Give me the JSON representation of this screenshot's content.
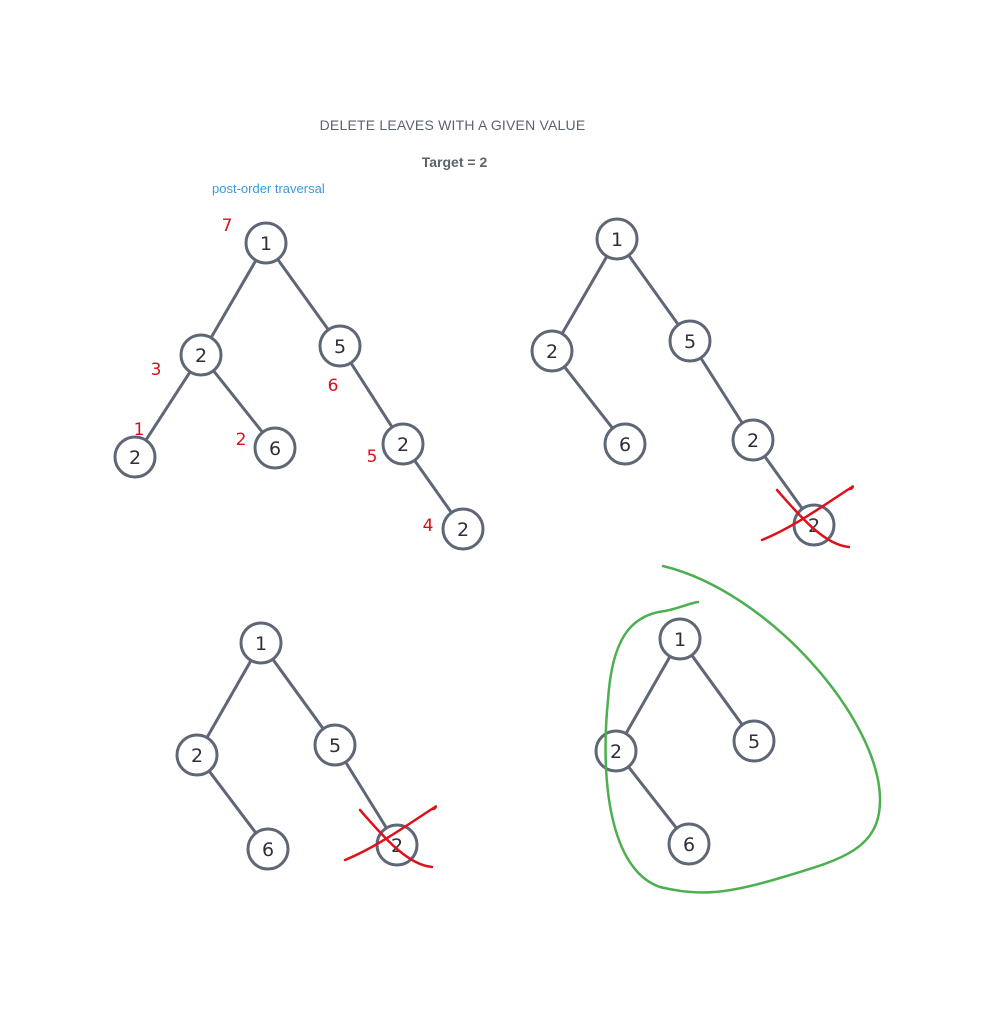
{
  "header": {
    "title": "DELETE LEAVES WITH A GIVEN VALUE",
    "target": "Target = 2",
    "note": "post-order traversal"
  },
  "colors": {
    "node_stroke": "#5f6676",
    "order_label": "#d4111b",
    "cross_mark": "#e0101a",
    "keep_outline": "#4caf50",
    "note": "#3a9ad9"
  },
  "trees": [
    {
      "name": "tree-original",
      "nodes": [
        {
          "id": "a",
          "value": "1",
          "order": "7"
        },
        {
          "id": "b",
          "value": "2",
          "order": "3"
        },
        {
          "id": "c",
          "value": "5",
          "order": "6"
        },
        {
          "id": "d",
          "value": "2",
          "order": "1"
        },
        {
          "id": "e",
          "value": "6",
          "order": "2"
        },
        {
          "id": "f",
          "value": "2",
          "order": "5"
        },
        {
          "id": "g",
          "value": "2",
          "order": "4"
        }
      ],
      "edges": [
        [
          "a",
          "b"
        ],
        [
          "a",
          "c"
        ],
        [
          "b",
          "d"
        ],
        [
          "b",
          "e"
        ],
        [
          "c",
          "f"
        ],
        [
          "f",
          "g"
        ]
      ]
    },
    {
      "name": "tree-step-1",
      "nodes": [
        {
          "id": "a",
          "value": "1"
        },
        {
          "id": "b",
          "value": "2"
        },
        {
          "id": "c",
          "value": "5"
        },
        {
          "id": "e",
          "value": "6"
        },
        {
          "id": "f",
          "value": "2"
        },
        {
          "id": "g",
          "value": "2",
          "deleted": true
        }
      ],
      "edges": [
        [
          "a",
          "b"
        ],
        [
          "a",
          "c"
        ],
        [
          "b",
          "e"
        ],
        [
          "c",
          "f"
        ],
        [
          "f",
          "g"
        ]
      ]
    },
    {
      "name": "tree-step-2",
      "nodes": [
        {
          "id": "a",
          "value": "1"
        },
        {
          "id": "b",
          "value": "2"
        },
        {
          "id": "c",
          "value": "5"
        },
        {
          "id": "e",
          "value": "6"
        },
        {
          "id": "f",
          "value": "2",
          "deleted": true
        }
      ],
      "edges": [
        [
          "a",
          "b"
        ],
        [
          "a",
          "c"
        ],
        [
          "b",
          "e"
        ],
        [
          "c",
          "f"
        ]
      ]
    },
    {
      "name": "tree-result",
      "highlighted": true,
      "nodes": [
        {
          "id": "a",
          "value": "1"
        },
        {
          "id": "b",
          "value": "2"
        },
        {
          "id": "c",
          "value": "5"
        },
        {
          "id": "e",
          "value": "6"
        }
      ],
      "edges": [
        [
          "a",
          "b"
        ],
        [
          "a",
          "c"
        ],
        [
          "b",
          "e"
        ]
      ]
    }
  ]
}
